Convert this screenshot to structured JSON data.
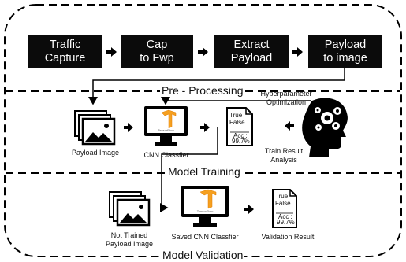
{
  "stages": [
    {
      "label": "Traffic\nCapture"
    },
    {
      "label": "Cap\nto Fwp"
    },
    {
      "label": "Extract\nPayload"
    },
    {
      "label": "Payload\nto image"
    }
  ],
  "sections": {
    "preprocessing": "Pre - Processing",
    "training": "Model Training",
    "validation": "Model Validation"
  },
  "training": {
    "payload_image_label": "Payload Image",
    "cnn_label": "CNN Classfier",
    "hyper_label": "Hyperparameter\nOptimization",
    "train_result_label": "Train Result\nAnalysis",
    "doc": {
      "line1": "True",
      "line2": "False",
      "acc_label": "Acc :",
      "acc_value": "99.7%"
    }
  },
  "validation": {
    "payload_image_label": "Not Trained\nPayload Image",
    "cnn_label": "Saved CNN Classfier",
    "result_label": "Validation Result",
    "doc": {
      "line1": "True",
      "line2": "False",
      "acc_label": "Acc :",
      "acc_value": "99.7%"
    }
  },
  "tensorflow_caption": "TensorFlow",
  "icons": [
    "image-stack-icon",
    "monitor-tensorflow-icon",
    "result-document-icon",
    "head-gears-icon",
    "arrow-right-icon"
  ]
}
